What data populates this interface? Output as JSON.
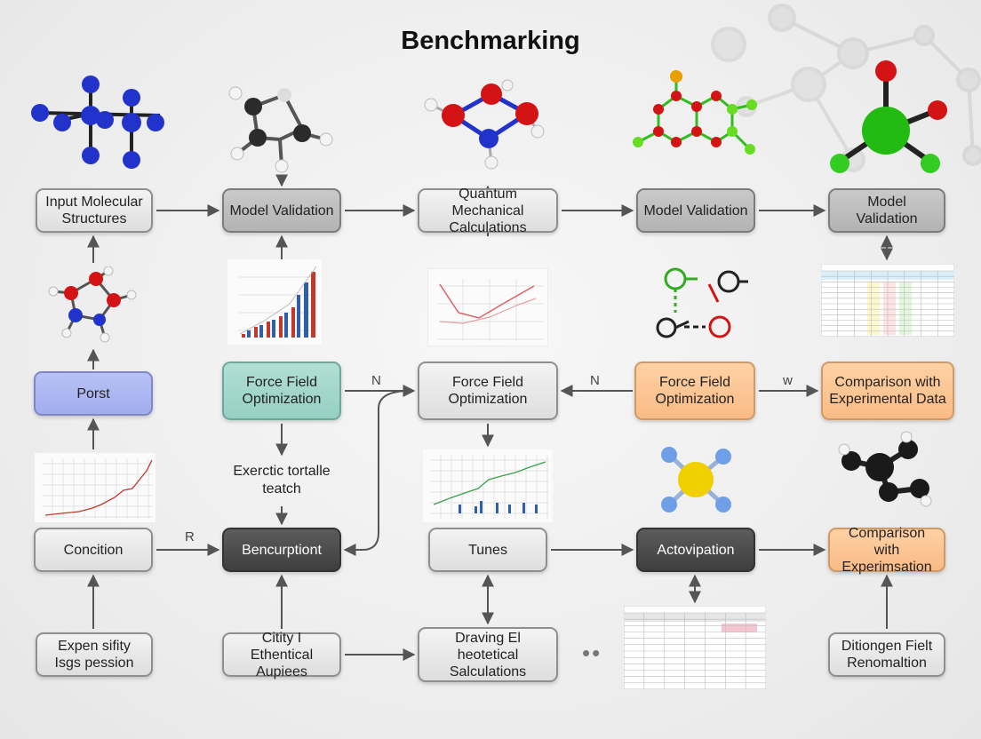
{
  "title": "Benchmarking",
  "nodes": [
    {
      "id": "n1",
      "label": "Input Molecular\nStructures",
      "style": "light"
    },
    {
      "id": "n2",
      "label": "Model Validation",
      "style": "mid"
    },
    {
      "id": "n3",
      "label": "Quantum Mechanical\nCalculations",
      "style": "light"
    },
    {
      "id": "n4",
      "label": "Model Validation",
      "style": "mid"
    },
    {
      "id": "n5",
      "label": "Model Validation",
      "style": "mid"
    },
    {
      "id": "n6",
      "label": "Porst",
      "style": "blue"
    },
    {
      "id": "n7",
      "label": "Force Field\nOptimization",
      "style": "teal"
    },
    {
      "id": "n8",
      "label": "Force Field\nOptimization",
      "style": "light"
    },
    {
      "id": "n9",
      "label": "Force Field\nOptimization",
      "style": "orange"
    },
    {
      "id": "n10",
      "label": "Comparison with\nExperimental Data",
      "style": "orange"
    },
    {
      "id": "n11",
      "label": "Concition",
      "style": "light"
    },
    {
      "id": "n12",
      "label": "Bencurptiont",
      "style": "dark"
    },
    {
      "id": "n13",
      "label": "Tunes",
      "style": "light"
    },
    {
      "id": "n14",
      "label": "Actovipation",
      "style": "dark"
    },
    {
      "id": "n15",
      "label": "Comparison with\nExperimsation",
      "style": "orange"
    },
    {
      "id": "n16",
      "label": "Expen sifity\nIsgs pession",
      "style": "light"
    },
    {
      "id": "n17",
      "label": "Citity I Ethentical\nAupiees",
      "style": "light"
    },
    {
      "id": "n18",
      "label": "Draving El heotetical\nSalculations",
      "style": "light"
    },
    {
      "id": "n19",
      "label": "Ditiongen Fielt\nRenomaltion",
      "style": "light"
    }
  ],
  "free_text": [
    {
      "id": "t1",
      "label": "Exerctic tortalle\nteatch"
    }
  ],
  "edge_labels": [
    {
      "id": "l1",
      "label": "N"
    },
    {
      "id": "l2",
      "label": "N"
    },
    {
      "id": "l3",
      "label": "w"
    },
    {
      "id": "l4",
      "label": "R"
    }
  ],
  "dots": "••",
  "colors": {
    "edge": "#555555",
    "atom_blue": "#2233cc",
    "atom_red": "#d41414",
    "atom_green": "#33bb22",
    "atom_dark": "#222222",
    "atom_yellow": "#f0d000",
    "atom_orange": "#e8a000",
    "chart_red": "#c0392b",
    "chart_blue": "#2e5fa8",
    "chart_green": "#3aa04a"
  }
}
